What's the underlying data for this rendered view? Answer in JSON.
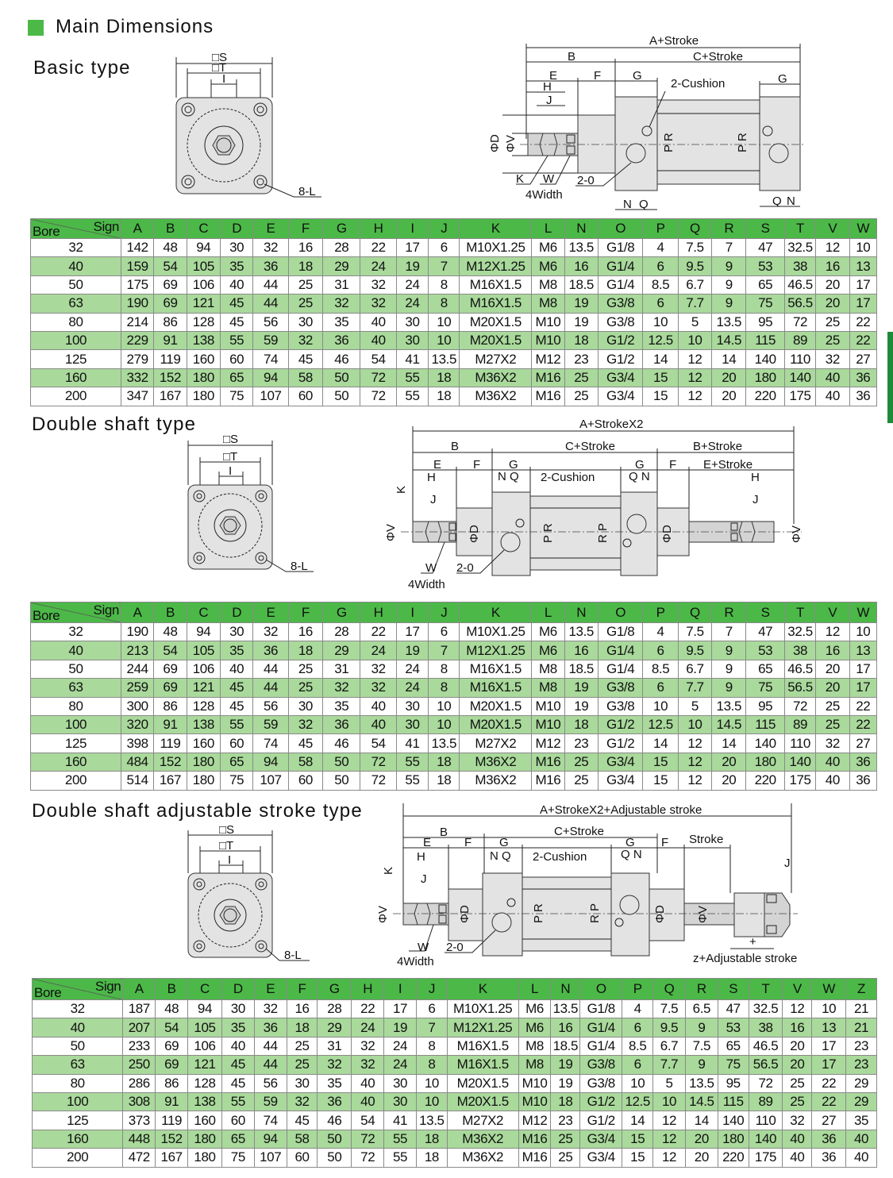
{
  "page": {
    "title": "Main Dimensions",
    "accent": "#4cb848",
    "row_alt": "#a9d99b"
  },
  "basic": {
    "title": "Basic type",
    "front": {
      "s": "□S",
      "t": "□T",
      "i": "I",
      "l": "8-L"
    },
    "side": {
      "a": "A+Stroke",
      "b": "B",
      "c": "C+Stroke",
      "e": "E",
      "f": "F",
      "g": "G",
      "g2": "G",
      "h": "H",
      "j": "J",
      "cushion": "2-Cushion",
      "d": "ΦD",
      "v": "ΦV",
      "k": "K",
      "w": "W",
      "width": "4Width",
      "o": "2-0",
      "n": "N",
      "q": "Q",
      "q2": "Q",
      "n2": "N",
      "pr": "P R",
      "pr2": "P R"
    },
    "table": {
      "corner_sign": "Sign",
      "corner_bore": "Bore",
      "columns": [
        "A",
        "B",
        "C",
        "D",
        "E",
        "F",
        "G",
        "H",
        "I",
        "J",
        "K",
        "L",
        "N",
        "O",
        "P",
        "Q",
        "R",
        "S",
        "T",
        "V",
        "W"
      ],
      "rows": [
        [
          "32",
          "142",
          "48",
          "94",
          "30",
          "32",
          "16",
          "28",
          "22",
          "17",
          "6",
          "M10X1.25",
          "M6",
          "13.5",
          "G1/8",
          "4",
          "7.5",
          "7",
          "47",
          "32.5",
          "12",
          "10"
        ],
        [
          "40",
          "159",
          "54",
          "105",
          "35",
          "36",
          "18",
          "29",
          "24",
          "19",
          "7",
          "M12X1.25",
          "M6",
          "16",
          "G1/4",
          "6",
          "9.5",
          "9",
          "53",
          "38",
          "16",
          "13"
        ],
        [
          "50",
          "175",
          "69",
          "106",
          "40",
          "44",
          "25",
          "31",
          "32",
          "24",
          "8",
          "M16X1.5",
          "M8",
          "18.5",
          "G1/4",
          "8.5",
          "6.7",
          "9",
          "65",
          "46.5",
          "20",
          "17"
        ],
        [
          "63",
          "190",
          "69",
          "121",
          "45",
          "44",
          "25",
          "32",
          "32",
          "24",
          "8",
          "M16X1.5",
          "M8",
          "19",
          "G3/8",
          "6",
          "7.7",
          "9",
          "75",
          "56.5",
          "20",
          "17"
        ],
        [
          "80",
          "214",
          "86",
          "128",
          "45",
          "56",
          "30",
          "35",
          "40",
          "30",
          "10",
          "M20X1.5",
          "M10",
          "19",
          "G3/8",
          "10",
          "5",
          "13.5",
          "95",
          "72",
          "25",
          "22"
        ],
        [
          "100",
          "229",
          "91",
          "138",
          "55",
          "59",
          "32",
          "36",
          "40",
          "30",
          "10",
          "M20X1.5",
          "M10",
          "18",
          "G1/2",
          "12.5",
          "10",
          "14.5",
          "115",
          "89",
          "25",
          "22"
        ],
        [
          "125",
          "279",
          "119",
          "160",
          "60",
          "74",
          "45",
          "46",
          "54",
          "41",
          "13.5",
          "M27X2",
          "M12",
          "23",
          "G1/2",
          "14",
          "12",
          "14",
          "140",
          "110",
          "32",
          "27"
        ],
        [
          "160",
          "332",
          "152",
          "180",
          "65",
          "94",
          "58",
          "50",
          "72",
          "55",
          "18",
          "M36X2",
          "M16",
          "25",
          "G3/4",
          "15",
          "12",
          "20",
          "180",
          "140",
          "40",
          "36"
        ],
        [
          "200",
          "347",
          "167",
          "180",
          "75",
          "107",
          "60",
          "50",
          "72",
          "55",
          "18",
          "M36X2",
          "M16",
          "25",
          "G3/4",
          "15",
          "12",
          "20",
          "220",
          "175",
          "40",
          "36"
        ]
      ]
    }
  },
  "double": {
    "title": "Double shaft type",
    "front": {
      "s": "□S",
      "t": "□T",
      "i": "I",
      "l": "8-L"
    },
    "side": {
      "a": "A+StrokeX2",
      "b": "B",
      "c": "C+Stroke",
      "b2": "B+Stroke",
      "e": "E",
      "f": "F",
      "g": "G",
      "g2": "G",
      "f2": "F",
      "e2": "E+Stroke",
      "h": "H",
      "h2": "H",
      "nq": "N Q",
      "cushion": "2-Cushion",
      "qn": "Q N",
      "k": "K",
      "j": "J",
      "j2": "J",
      "v": "ΦV",
      "d": "ΦD",
      "pr": "P R",
      "rp": "R P",
      "d2": "ΦD",
      "v2": "ΦV",
      "w": "W",
      "o": "2-0",
      "width": "4Width"
    },
    "table": {
      "corner_sign": "Sign",
      "corner_bore": "Bore",
      "columns": [
        "A",
        "B",
        "C",
        "D",
        "E",
        "F",
        "G",
        "H",
        "I",
        "J",
        "K",
        "L",
        "N",
        "O",
        "P",
        "Q",
        "R",
        "S",
        "T",
        "V",
        "W"
      ],
      "rows": [
        [
          "32",
          "190",
          "48",
          "94",
          "30",
          "32",
          "16",
          "28",
          "22",
          "17",
          "6",
          "M10X1.25",
          "M6",
          "13.5",
          "G1/8",
          "4",
          "7.5",
          "7",
          "47",
          "32.5",
          "12",
          "10"
        ],
        [
          "40",
          "213",
          "54",
          "105",
          "35",
          "36",
          "18",
          "29",
          "24",
          "19",
          "7",
          "M12X1.25",
          "M6",
          "16",
          "G1/4",
          "6",
          "9.5",
          "9",
          "53",
          "38",
          "16",
          "13"
        ],
        [
          "50",
          "244",
          "69",
          "106",
          "40",
          "44",
          "25",
          "31",
          "32",
          "24",
          "8",
          "M16X1.5",
          "M8",
          "18.5",
          "G1/4",
          "8.5",
          "6.7",
          "9",
          "65",
          "46.5",
          "20",
          "17"
        ],
        [
          "63",
          "259",
          "69",
          "121",
          "45",
          "44",
          "25",
          "32",
          "32",
          "24",
          "8",
          "M16X1.5",
          "M8",
          "19",
          "G3/8",
          "6",
          "7.7",
          "9",
          "75",
          "56.5",
          "20",
          "17"
        ],
        [
          "80",
          "300",
          "86",
          "128",
          "45",
          "56",
          "30",
          "35",
          "40",
          "30",
          "10",
          "M20X1.5",
          "M10",
          "19",
          "G3/8",
          "10",
          "5",
          "13.5",
          "95",
          "72",
          "25",
          "22"
        ],
        [
          "100",
          "320",
          "91",
          "138",
          "55",
          "59",
          "32",
          "36",
          "40",
          "30",
          "10",
          "M20X1.5",
          "M10",
          "18",
          "G1/2",
          "12.5",
          "10",
          "14.5",
          "115",
          "89",
          "25",
          "22"
        ],
        [
          "125",
          "398",
          "119",
          "160",
          "60",
          "74",
          "45",
          "46",
          "54",
          "41",
          "13.5",
          "M27X2",
          "M12",
          "23",
          "G1/2",
          "14",
          "12",
          "14",
          "140",
          "110",
          "32",
          "27"
        ],
        [
          "160",
          "484",
          "152",
          "180",
          "65",
          "94",
          "58",
          "50",
          "72",
          "55",
          "18",
          "M36X2",
          "M16",
          "25",
          "G3/4",
          "15",
          "12",
          "20",
          "180",
          "140",
          "40",
          "36"
        ],
        [
          "200",
          "514",
          "167",
          "180",
          "75",
          "107",
          "60",
          "50",
          "72",
          "55",
          "18",
          "M36X2",
          "M16",
          "25",
          "G3/4",
          "15",
          "12",
          "20",
          "220",
          "175",
          "40",
          "36"
        ]
      ]
    }
  },
  "adjustable": {
    "title": "Double shaft adjustable stroke type",
    "front": {
      "s": "□S",
      "t": "□T",
      "i": "I",
      "l": "8-L"
    },
    "side": {
      "a": "A+StrokeX2+Adjustable stroke",
      "b": "B",
      "c": "C+Stroke",
      "e": "E",
      "f": "F",
      "g": "G",
      "g2": "G",
      "f2": "F",
      "stroke": "Stroke",
      "h": "H",
      "nq": "N Q",
      "cushion": "2-Cushion",
      "qn": "Q N",
      "k": "K",
      "j": "J",
      "j2": "J",
      "v": "ΦV",
      "d": "ΦD",
      "pr": "P R",
      "rp": "R P",
      "d2": "ΦD",
      "v2": "ΦV",
      "w": "W",
      "o": "2-0",
      "width": "4Width",
      "plus": "+",
      "z": "z+Adjustable stroke"
    },
    "table": {
      "corner_sign": "Sign",
      "corner_bore": "Bore",
      "columns": [
        "A",
        "B",
        "C",
        "D",
        "E",
        "F",
        "G",
        "H",
        "I",
        "J",
        "K",
        "L",
        "N",
        "O",
        "P",
        "Q",
        "R",
        "S",
        "T",
        "V",
        "W",
        "Z"
      ],
      "rows": [
        [
          "32",
          "187",
          "48",
          "94",
          "30",
          "32",
          "16",
          "28",
          "22",
          "17",
          "6",
          "M10X1.25",
          "M6",
          "13.5",
          "G1/8",
          "4",
          "7.5",
          "6.5",
          "47",
          "32.5",
          "12",
          "10",
          "21"
        ],
        [
          "40",
          "207",
          "54",
          "105",
          "35",
          "36",
          "18",
          "29",
          "24",
          "19",
          "7",
          "M12X1.25",
          "M6",
          "16",
          "G1/4",
          "6",
          "9.5",
          "9",
          "53",
          "38",
          "16",
          "13",
          "21"
        ],
        [
          "50",
          "233",
          "69",
          "106",
          "40",
          "44",
          "25",
          "31",
          "32",
          "24",
          "8",
          "M16X1.5",
          "M8",
          "18.5",
          "G1/4",
          "8.5",
          "6.7",
          "7.5",
          "65",
          "46.5",
          "20",
          "17",
          "23"
        ],
        [
          "63",
          "250",
          "69",
          "121",
          "45",
          "44",
          "25",
          "32",
          "32",
          "24",
          "8",
          "M16X1.5",
          "M8",
          "19",
          "G3/8",
          "6",
          "7.7",
          "9",
          "75",
          "56.5",
          "20",
          "17",
          "23"
        ],
        [
          "80",
          "286",
          "86",
          "128",
          "45",
          "56",
          "30",
          "35",
          "40",
          "30",
          "10",
          "M20X1.5",
          "M10",
          "19",
          "G3/8",
          "10",
          "5",
          "13.5",
          "95",
          "72",
          "25",
          "22",
          "29"
        ],
        [
          "100",
          "308",
          "91",
          "138",
          "55",
          "59",
          "32",
          "36",
          "40",
          "30",
          "10",
          "M20X1.5",
          "M10",
          "18",
          "G1/2",
          "12.5",
          "10",
          "14.5",
          "115",
          "89",
          "25",
          "22",
          "29"
        ],
        [
          "125",
          "373",
          "119",
          "160",
          "60",
          "74",
          "45",
          "46",
          "54",
          "41",
          "13.5",
          "M27X2",
          "M12",
          "23",
          "G1/2",
          "14",
          "12",
          "14",
          "140",
          "110",
          "32",
          "27",
          "35"
        ],
        [
          "160",
          "448",
          "152",
          "180",
          "65",
          "94",
          "58",
          "50",
          "72",
          "55",
          "18",
          "M36X2",
          "M16",
          "25",
          "G3/4",
          "15",
          "12",
          "20",
          "180",
          "140",
          "40",
          "36",
          "40"
        ],
        [
          "200",
          "472",
          "167",
          "180",
          "75",
          "107",
          "60",
          "50",
          "72",
          "55",
          "18",
          "M36X2",
          "M16",
          "25",
          "G3/4",
          "15",
          "12",
          "20",
          "220",
          "175",
          "40",
          "36",
          "40"
        ]
      ]
    }
  }
}
